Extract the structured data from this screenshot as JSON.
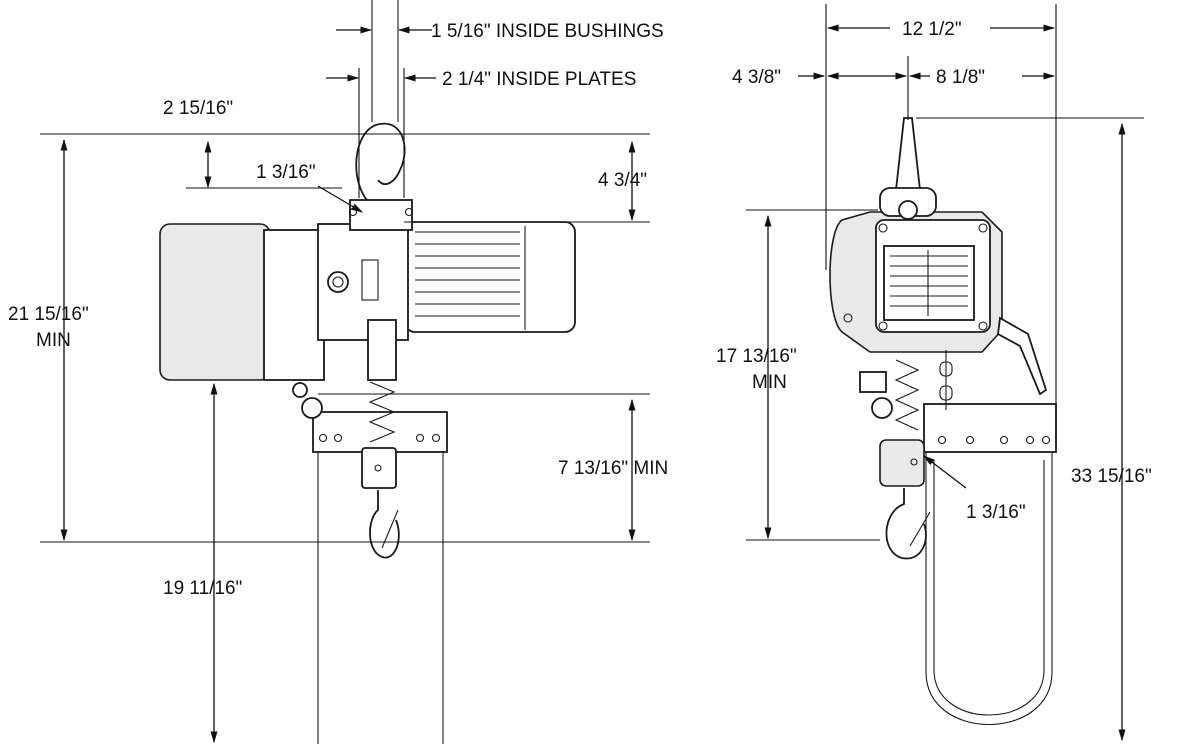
{
  "labels": {
    "inside_bushings": "1 5/16\" INSIDE BUSHINGS",
    "inside_plates": "2 1/4\" INSIDE PLATES",
    "hook_offset": "2 15/16\"",
    "hook_opening_side": "1 3/16\"",
    "hook_height": "4 3/4\"",
    "overall_min_l1": "21 15/16\"",
    "overall_min_l2": "MIN",
    "bag_min": "7 13/16\" MIN",
    "bag_length": "19 11/16\"",
    "overall_width": "12 1/2\"",
    "width_left": "4 3/8\"",
    "width_right": "8 1/8\"",
    "front_min_l1": "17 13/16\"",
    "front_min_l2": "MIN",
    "total_height": "33 15/16\"",
    "hook_opening_front": "1 3/16\""
  },
  "colors": {
    "line": "#111111",
    "fill": "#ffffff",
    "shade": "#e9e9e9"
  }
}
